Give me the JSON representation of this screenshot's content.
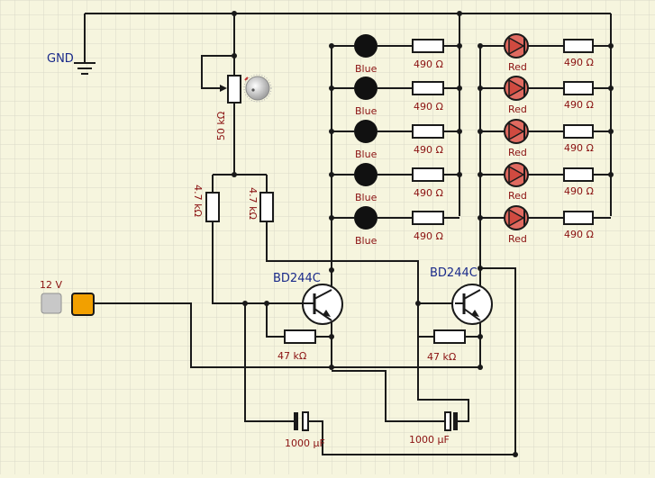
{
  "labels": {
    "gnd": "GND",
    "supply": "12 V",
    "pot": "50 kΩ",
    "r_left": "4.7 kΩ",
    "r_right": "4.7 kΩ",
    "transistor_left": "BD244C",
    "transistor_right": "BD244C",
    "base_res_left": "47 kΩ",
    "base_res_right": "47 kΩ",
    "cap_left": "1000 µF",
    "cap_right": "1000 µF"
  },
  "blue_bank": {
    "led_label": "Blue",
    "res_label": "490 Ω",
    "count": 5
  },
  "red_bank": {
    "led_label": "Red",
    "res_label": "490 Ω",
    "count": 5
  },
  "colors": {
    "background": "#f6f5de",
    "grid": "#d9d9c8",
    "wire": "#1a1a1a",
    "label_value": "#8a1010",
    "label_name": "#1a2a8a",
    "blue_led": "#111111",
    "red_led": "#e06a60",
    "supply_button": "#f2a000",
    "supply_gray": "#c8c8c8"
  }
}
